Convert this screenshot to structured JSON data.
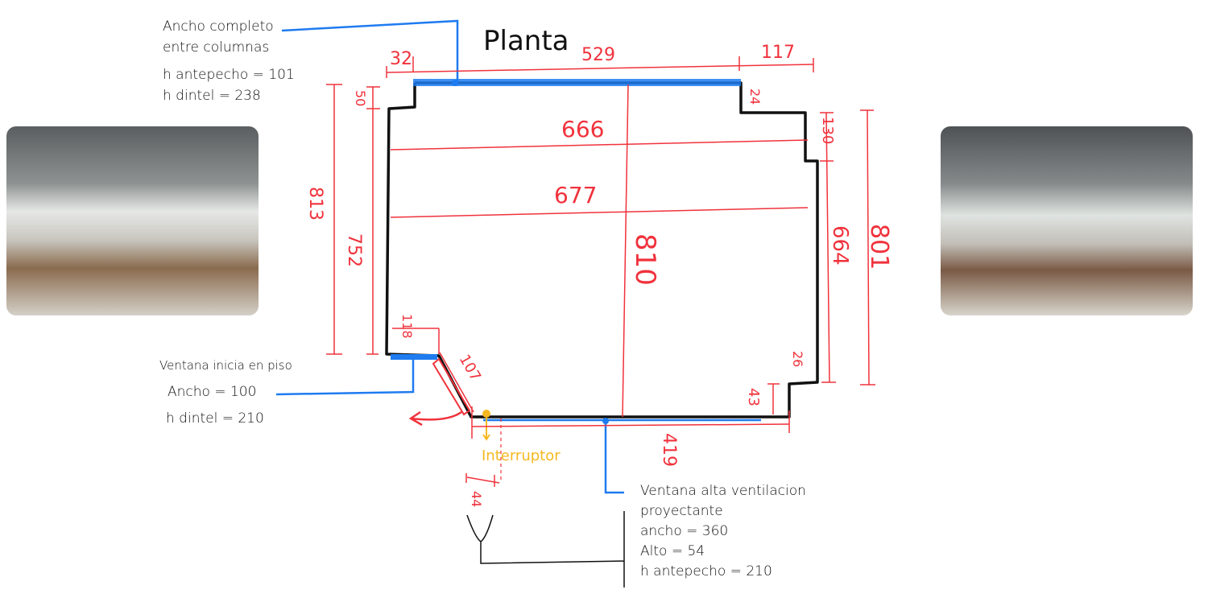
{
  "title": "Planta",
  "notes": {
    "top_window": {
      "line1": "Ancho completo",
      "line2": "entre columnas",
      "line3": "h antepecho = 101",
      "line4": "h dintel = 238"
    },
    "floor_window": {
      "line1": "Ventana inicia en piso",
      "line2": "Ancho = 100",
      "line3": "h dintel = 210"
    },
    "high_window": {
      "line1": "Ventana alta ventilacion",
      "line2": "proyectante",
      "line3": "ancho = 360",
      "line4": "Alto = 54",
      "line5": "h antepecho = 210"
    },
    "switch": "Interruptor"
  },
  "dimensions": {
    "d32": "32",
    "d529": "529",
    "d117": "117",
    "d50": "50",
    "d24": "24",
    "d666": "666",
    "d677": "677",
    "d130": "130",
    "d813": "813",
    "d752": "752",
    "d810": "810",
    "d664": "664",
    "d801": "801",
    "d118": "118",
    "d107": "107",
    "d26": "26",
    "d43": "43",
    "d419": "419",
    "d44": "44"
  },
  "colors": {
    "wall": "#111111",
    "dimension": "#f0323c",
    "window": "#1e7bf0",
    "switch": "#f5b820"
  }
}
